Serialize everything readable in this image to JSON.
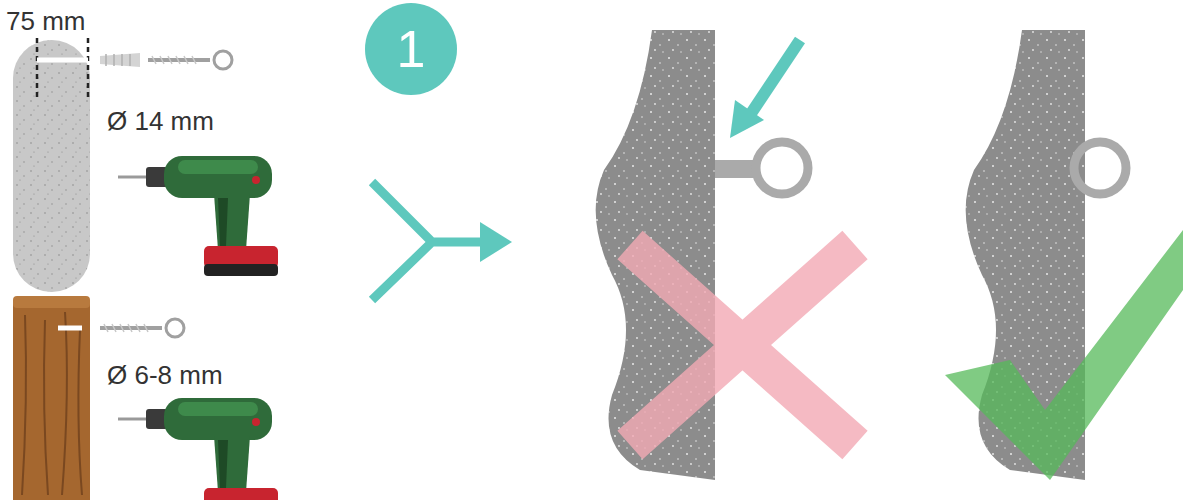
{
  "diagram": {
    "nodes": [
      {
        "text": [
          "1"
        ]
      }
    ],
    "labels": [
      "75 mm",
      "Ø 14 mm",
      "Ø 6-8 mm"
    ]
  }
}
